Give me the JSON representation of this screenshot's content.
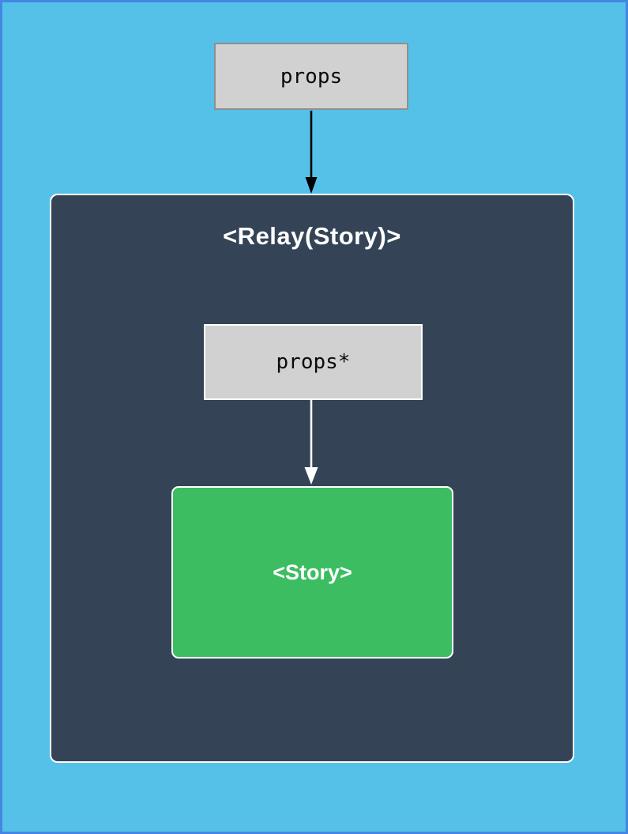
{
  "diagram": {
    "title": "<Relay(Story)>",
    "nodes": {
      "props": {
        "label": "props"
      },
      "props_star": {
        "label": "props*"
      },
      "story": {
        "label": "<Story>"
      }
    },
    "arrows": [
      {
        "name": "props-to-relay",
        "style": "solid-black"
      },
      {
        "name": "props-star-to-story",
        "style": "solid-white"
      }
    ],
    "colors": {
      "background": "#55c1e8",
      "frame_border": "#4486e4",
      "container_fill": "#344456",
      "container_border": "#ffffff",
      "props_fill": "#d1d1d1",
      "props_border": "#8f8f8f",
      "story_fill": "#3dbd62",
      "story_border": "#ffffff",
      "arrow_black": "#000000",
      "arrow_white": "#ffffff",
      "text_dark": "#0a0a0a",
      "text_light": "#ffffff"
    }
  }
}
